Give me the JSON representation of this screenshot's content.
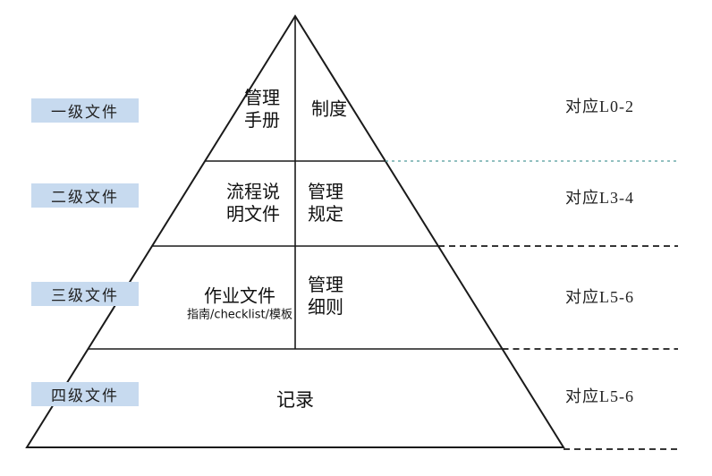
{
  "pyramid": {
    "levels": [
      {
        "side_label": "一级文件",
        "left_cell": "管理手册",
        "right_cell": "制度",
        "mapping_label": "对应L0-2"
      },
      {
        "side_label": "二级文件",
        "left_cell": "流程说明文件",
        "right_cell": "管理规定",
        "mapping_label": "对应L3-4"
      },
      {
        "side_label": "三级文件",
        "left_cell": "作业文件",
        "left_cell_sub": "指南/checklist/模板",
        "right_cell": "管理细则",
        "mapping_label": "对应L5-6"
      },
      {
        "side_label": "四级文件",
        "center_cell": "记录",
        "mapping_label": "对应L5-6"
      }
    ],
    "colors": {
      "level_label_bg": "#c7daef",
      "teal_dashed_line": "#4f9b9b",
      "black_line": "#1a1a1a",
      "background": "#ffffff"
    }
  }
}
